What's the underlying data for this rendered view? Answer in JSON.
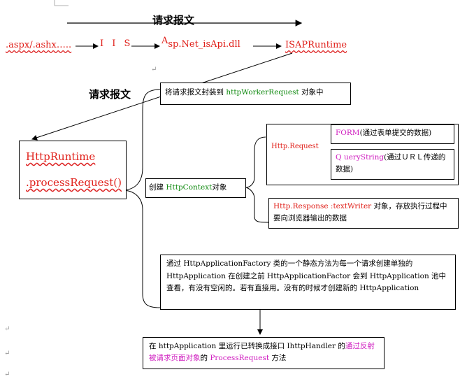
{
  "top": {
    "heading": "请求报文",
    "aspx": ".aspx/.ashx…..",
    "iis": "I I S",
    "dll": "Asp.Net_isApi.dll",
    "runtime": "ISAPRuntime"
  },
  "left": {
    "heading": "请求报文",
    "http_runtime": "HttpRuntime",
    "process_request": ".processRequest()"
  },
  "boxes": {
    "wrap": "将请求报文封装到 httpWorkerRequest 对象中",
    "context_prefix": "创建 ",
    "context_green": "HttpContext",
    "context_suffix": "对象",
    "http_request": "Http.Request",
    "form_magenta": "FORM",
    "form_rest": "(通过表单提交的数据)",
    "qs_magenta": "Q ueryString",
    "qs_rest": "(通过ＵＲＬ传递的数据)",
    "response_magenta": "Http.Response :textWriter",
    "response_rest": " 对象，存放执行过程中要向浏览器输出的数据",
    "factory": "通过 HttpApplicationFactory 类的一个静态方法为每一个请求创建单独的 HttpApplication 在创建之前 HttpApplicationFactor 会到 HttpApplication 池中查看，有没有空闲的。若有直接用。没有的时候才创建新的 HttpApplication",
    "final_pre": "在 httpApplication 里运行已转换成接口 IhttpHandler 的",
    "final_magenta1": "通过反射被请求页面对象",
    "final_mid": "的 ",
    "final_magenta2": "ProcessRequest",
    "final_post": " 方法"
  },
  "colors": {
    "red": "#e0201a",
    "green": "#118a11",
    "magenta": "#d020c0"
  }
}
